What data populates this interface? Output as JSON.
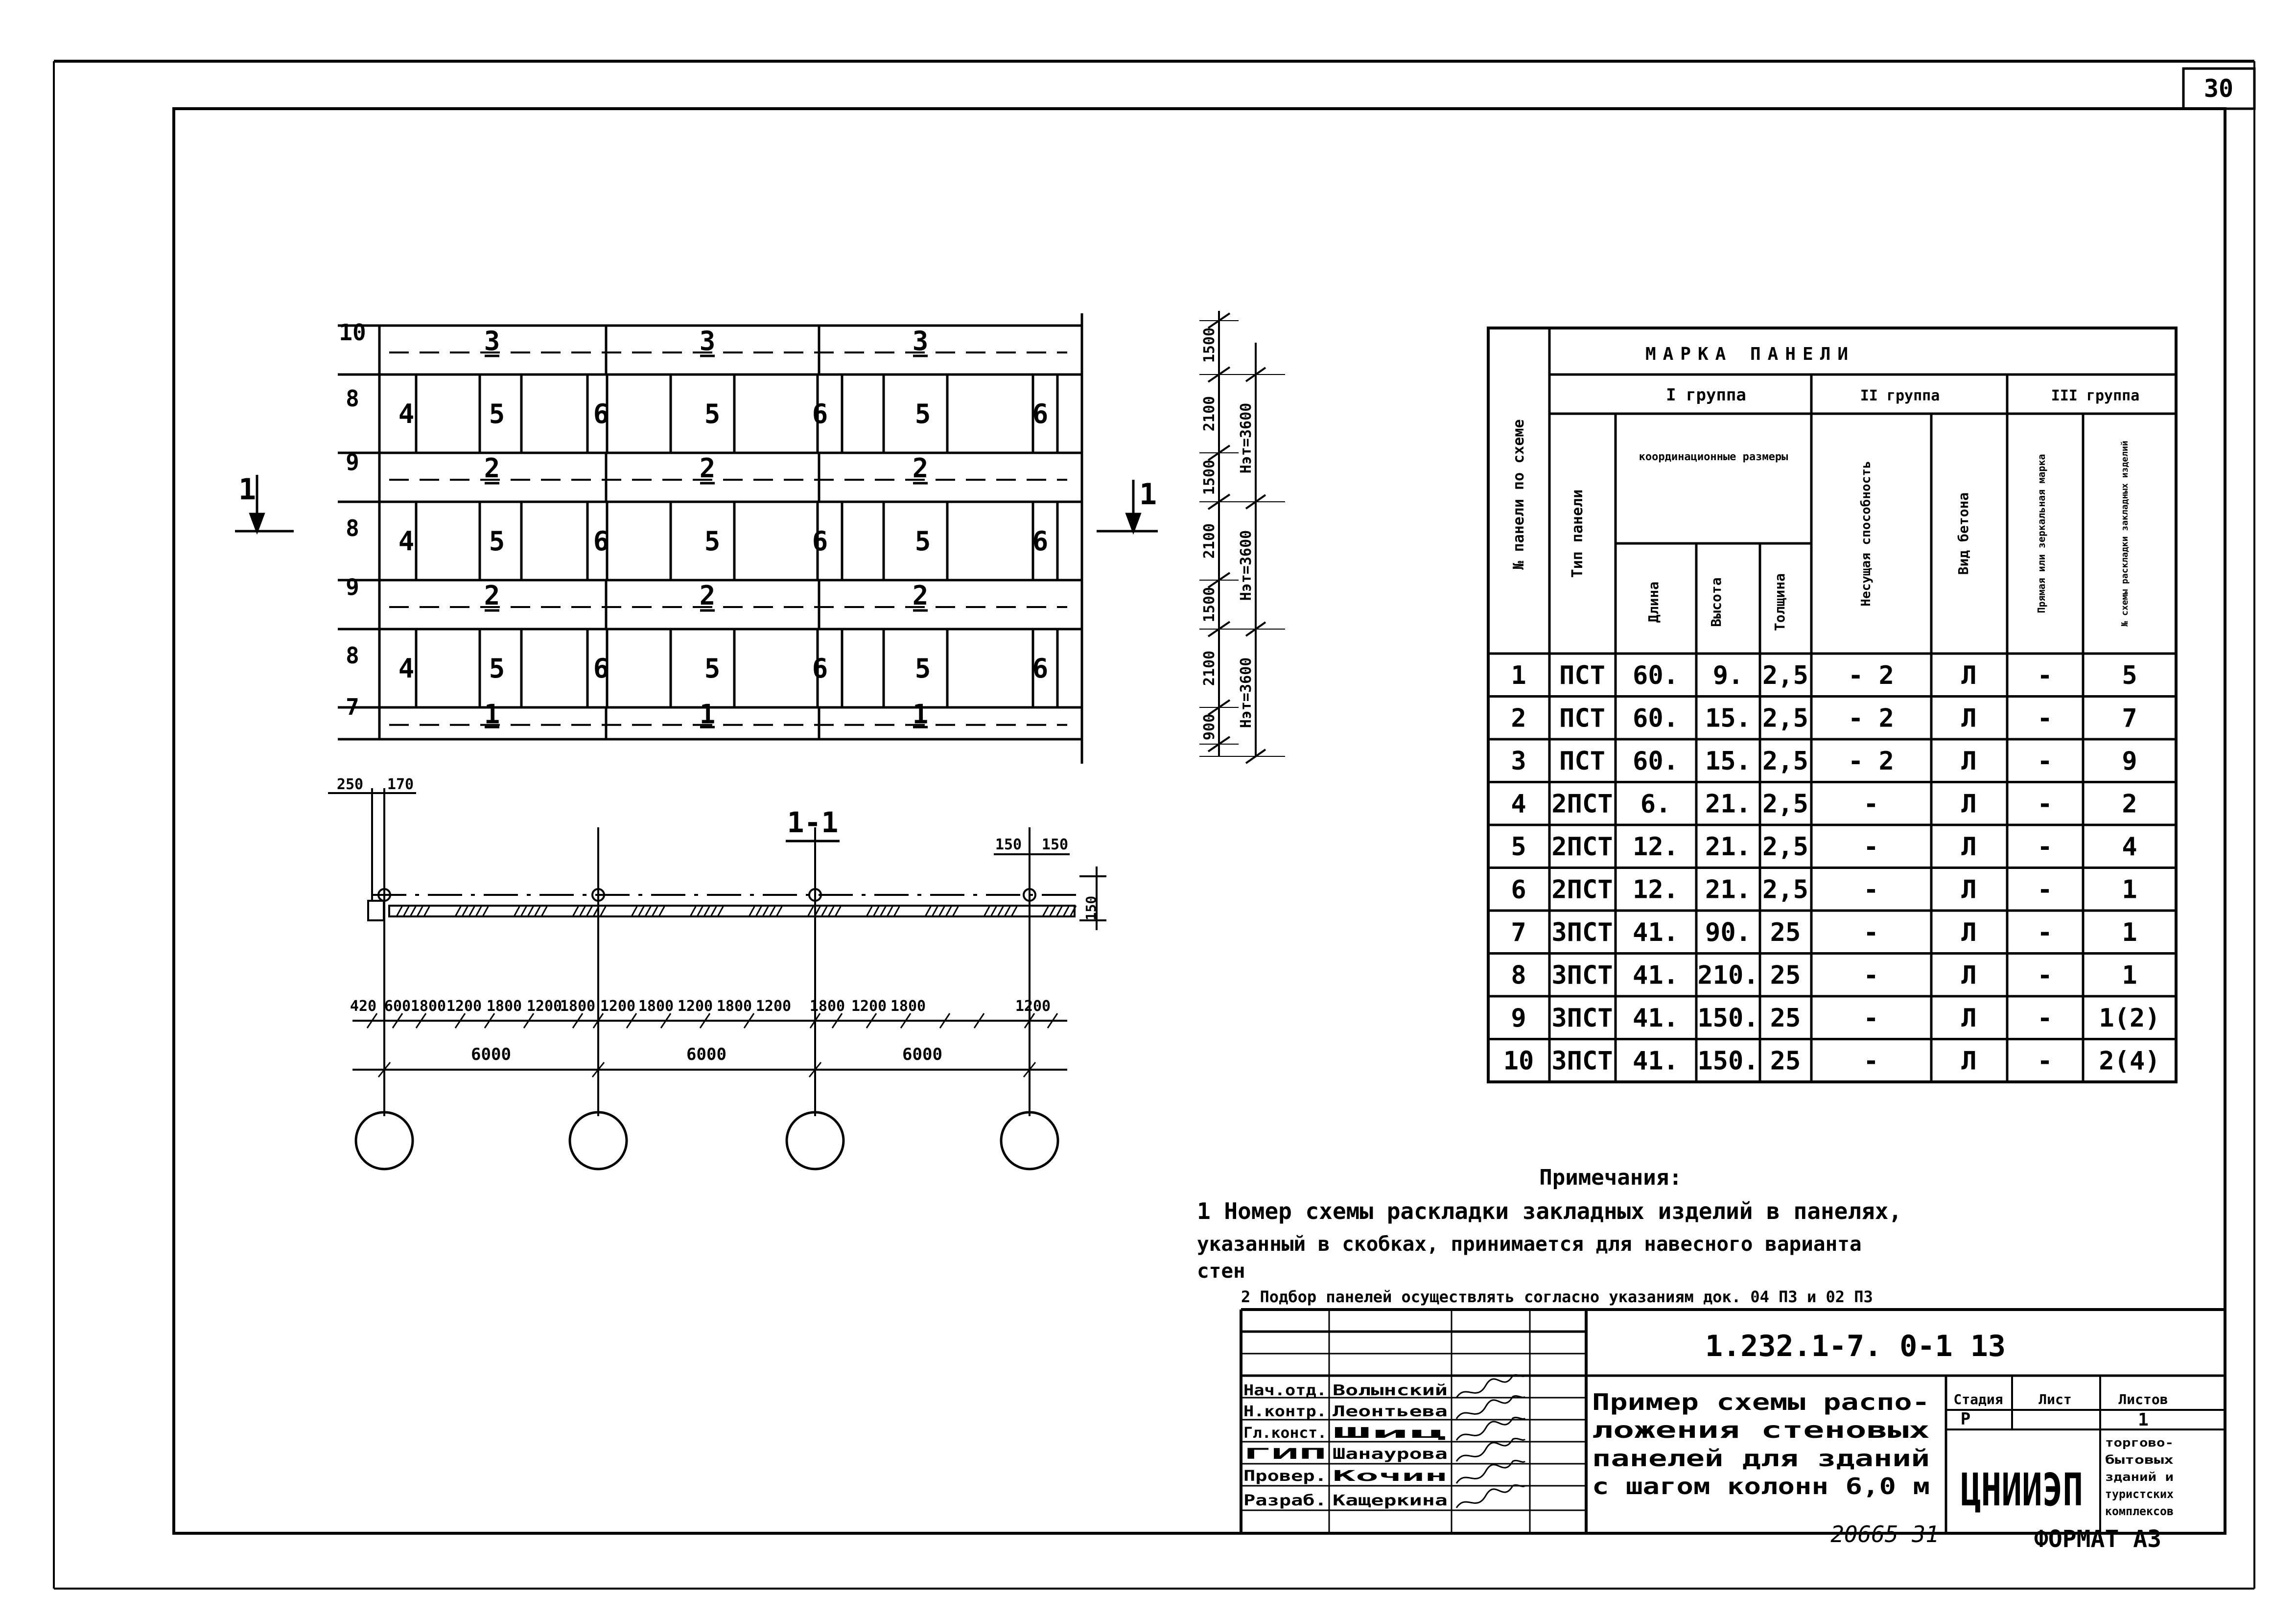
{
  "sheet": {
    "number": "30",
    "doc_code": "1.232.1-7. 0-1 13",
    "archive_no": "20665 31",
    "format": "ФОРМАТ А3"
  },
  "elevation": {
    "rows": [
      {
        "row": "10",
        "kind": "band",
        "labels": [
          "3",
          "3",
          "3"
        ]
      },
      {
        "row": "8",
        "kind": "panels",
        "labels": [
          "4",
          "5",
          "6",
          "5",
          "6",
          "5",
          "6"
        ]
      },
      {
        "row": "9",
        "kind": "band",
        "labels": [
          "2",
          "2",
          "2"
        ]
      },
      {
        "row": "8",
        "kind": "panels",
        "labels": [
          "4",
          "5",
          "6",
          "5",
          "6",
          "5",
          "6"
        ]
      },
      {
        "row": "9",
        "kind": "band",
        "labels": [
          "2",
          "2",
          "2"
        ]
      },
      {
        "row": "8",
        "kind": "panels",
        "labels": [
          "4",
          "5",
          "6",
          "5",
          "6",
          "5",
          "6"
        ]
      },
      {
        "row": "7",
        "kind": "band",
        "labels": [
          "1",
          "1",
          "1"
        ]
      }
    ],
    "section_mark": "1",
    "height_dims": [
      "1500",
      "2100",
      "1500",
      "2100",
      "1500",
      "2100",
      "900"
    ],
    "floor_labels": [
      "Нэт=3600",
      "Нэт=3600",
      "Нэт=3600"
    ]
  },
  "plan": {
    "section_title": "1-1",
    "top_dims": [
      "250",
      "170"
    ],
    "right_top_dims": [
      "150",
      "150"
    ],
    "right_side_dim": "150",
    "bottom_dims": [
      "420",
      "600",
      "1800",
      "1200",
      "1800",
      "1200",
      "1800",
      "1200",
      "1800",
      "1200",
      "1800",
      "1200",
      "1800",
      "1200",
      "1800",
      "1200"
    ],
    "spans": [
      "6000",
      "6000",
      "6000"
    ]
  },
  "table": {
    "col1_header": "№ панели по схеме",
    "main_header": "МАРКА ПАНЕЛИ",
    "group1": "I группа",
    "group2": "II группа",
    "group3": "III группа",
    "h_type": "Тип панели",
    "h_coord": "координационные размеры",
    "h_len": "Длина",
    "h_height": "Высота",
    "h_thick": "Толщина",
    "h_load": "Несущая способность",
    "h_concrete": "Вид бетона",
    "h_mirror": "Прямая или зеркальная марка",
    "h_scheme": "№ схемы раскладки закладных изделий",
    "rows": [
      [
        "1",
        "ПСТ",
        "60.",
        "9.",
        "2,5",
        "- 2",
        "Л",
        "-",
        "5"
      ],
      [
        "2",
        "ПСТ",
        "60.",
        "15.",
        "2,5",
        "- 2",
        "Л",
        "-",
        "7"
      ],
      [
        "3",
        "ПСТ",
        "60.",
        "15.",
        "2,5",
        "- 2",
        "Л",
        "-",
        "9"
      ],
      [
        "4",
        "2ПСТ",
        "6.",
        "21.",
        "2,5",
        "-",
        "Л",
        "-",
        "2"
      ],
      [
        "5",
        "2ПСТ",
        "12.",
        "21.",
        "2,5",
        "-",
        "Л",
        "-",
        "4"
      ],
      [
        "6",
        "2ПСТ",
        "12.",
        "21.",
        "2,5",
        "-",
        "Л",
        "-",
        "1"
      ],
      [
        "7",
        "3ПСТ",
        "41.",
        "90.",
        "25",
        "-",
        "Л",
        "-",
        "1"
      ],
      [
        "8",
        "3ПСТ",
        "41.",
        "210.",
        "25",
        "-",
        "Л",
        "-",
        "1"
      ],
      [
        "9",
        "3ПСТ",
        "41.",
        "150.",
        "25",
        "-",
        "Л",
        "-",
        "1(2)"
      ],
      [
        "10",
        "3ПСТ",
        "41.",
        "150.",
        "25",
        "-",
        "Л",
        "-",
        "2(4)"
      ]
    ]
  },
  "notes": {
    "title": "Примечания:",
    "line1": "1 Номер схемы раскладки закладных изделий в панелях,",
    "line2": "указанный в скобках, принимается для навесного варианта",
    "line3": "стен",
    "line4": "2 Подбор панелей осуществлять согласно указаниям док. 04 ПЗ и 02 ПЗ"
  },
  "title_block": {
    "roles": [
      "Нач.отд.",
      "Н.контр.",
      "Гл.конст.",
      "ГИП",
      "Провер.",
      "Разраб."
    ],
    "names": [
      "Волынский",
      "Леонтьева",
      "Шиц",
      "Шанаурова",
      "Кочин",
      "Кащеркина"
    ],
    "title_lines": [
      "Пример схемы распо-",
      "ложения стеновых",
      "панелей для зданий",
      "с шагом колонн 6,0 м"
    ],
    "stage_label": "Стадия",
    "sheet_label": "Лист",
    "sheets_label": "Листов",
    "stage_value": "Р",
    "sheets_value": "1",
    "org": "ЦНИИЭП",
    "org_sub": [
      "торгово-",
      "бытовых",
      "зданий и",
      "туристских",
      "комплексов"
    ]
  }
}
